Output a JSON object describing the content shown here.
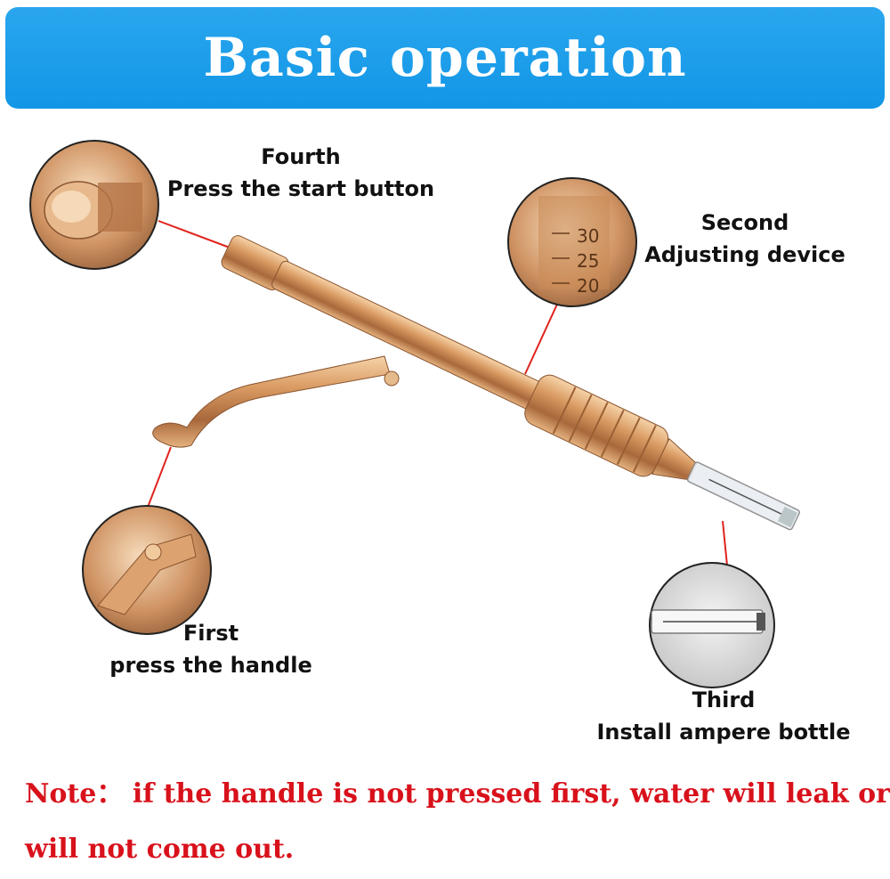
{
  "banner": {
    "title": "Basic operation"
  },
  "steps": {
    "fourth": {
      "title": "Fourth",
      "desc": "Press the start button"
    },
    "second": {
      "title": "Second",
      "desc": "Adjusting device"
    },
    "first": {
      "title": "First",
      "desc": "press the handle"
    },
    "third": {
      "title": "Third",
      "desc": "Install ampere bottle"
    }
  },
  "scale_marks": [
    "30",
    "25",
    "20"
  ],
  "note": {
    "line1": "Note： if the handle is not pressed first, water will leak or it",
    "line2": "will not come out."
  },
  "colors": {
    "banner": "#1a9ae9",
    "note": "#d8111b",
    "gold": "#c98a55",
    "leader": "#e0231e"
  }
}
